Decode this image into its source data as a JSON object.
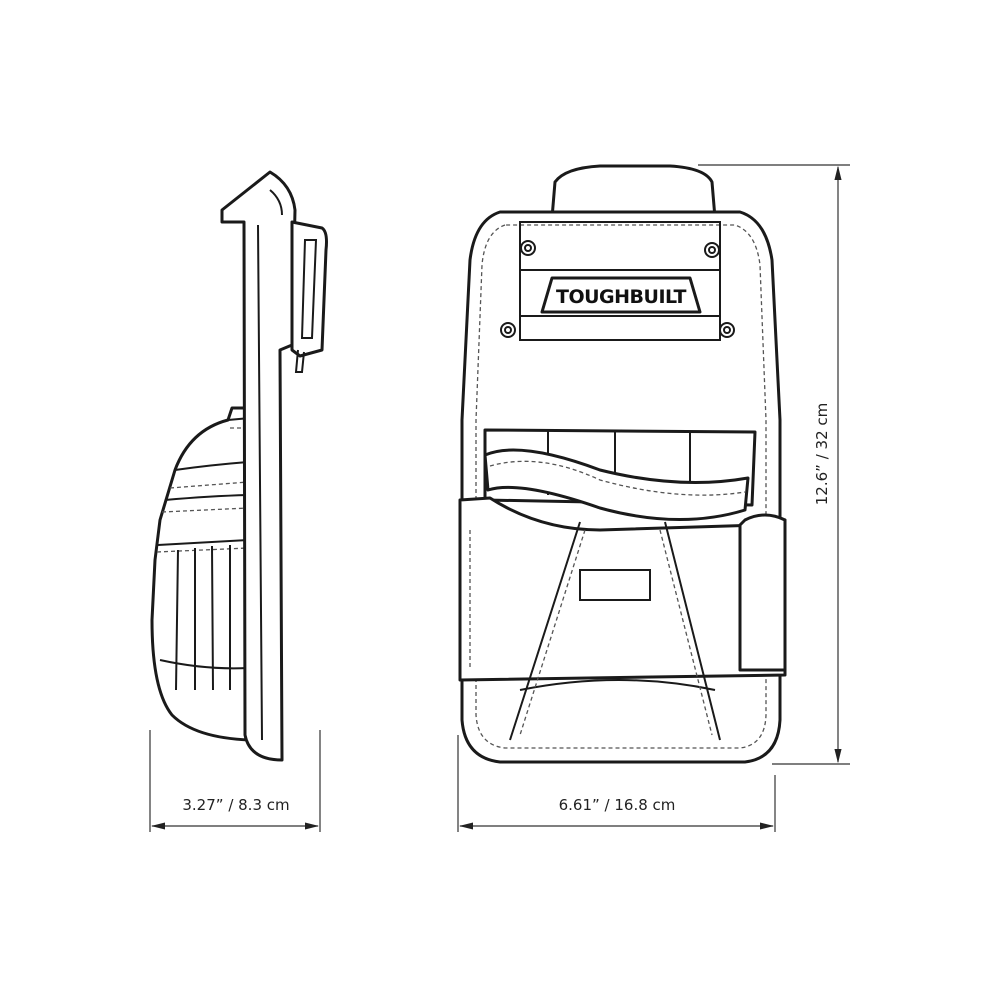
{
  "brand": {
    "logo_text": "TOUGHBUILT"
  },
  "dimensions": {
    "side_depth": "3.27”  /  8.3 cm",
    "front_width": "6.61”  /  16.8 cm",
    "height": "12.6”  /  32 cm"
  },
  "colors": {
    "line": "#1a1a1a",
    "background": "#ffffff"
  }
}
